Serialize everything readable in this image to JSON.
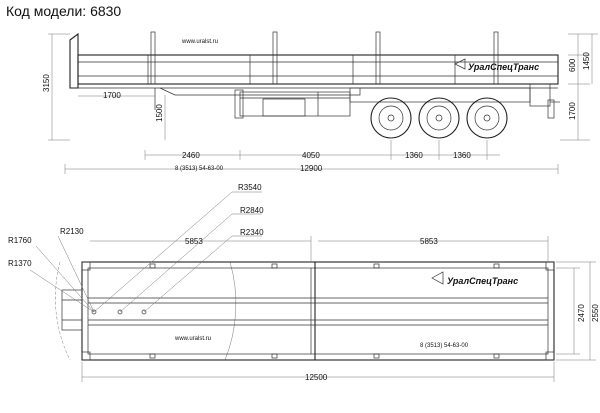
{
  "header": {
    "model_label": "Код модели:",
    "model_code": "6830"
  },
  "side_view": {
    "website": "www.uralst.ru",
    "phone": "8 (3513) 54-63-00",
    "brand": "УралСпецТранс",
    "dims": {
      "height_total": "3150",
      "front_overhang": "1700",
      "kingpin_height": "1500",
      "bay_a": "2460",
      "bay_b": "4050",
      "axle_gap_1": "1360",
      "axle_gap_2": "1360",
      "total_length": "12900",
      "side_top": "1450",
      "side_height": "600",
      "deck_height": "1700"
    }
  },
  "top_view": {
    "website": "www.uralst.ru",
    "phone": "8 (3513) 54-63-00",
    "brand": "УралСпецТранс",
    "dims": {
      "radius_1": "R3540",
      "radius_2": "R2840",
      "radius_3": "R2340",
      "radius_4": "R2130",
      "radius_5": "R1760",
      "radius_6": "R1370",
      "section_left": "5853",
      "section_right": "5853",
      "inner_width": "2470",
      "outer_width": "2550",
      "platform_length": "12500"
    }
  },
  "colors": {
    "line": "#333333",
    "text": "#111111",
    "background": "#ffffff"
  }
}
